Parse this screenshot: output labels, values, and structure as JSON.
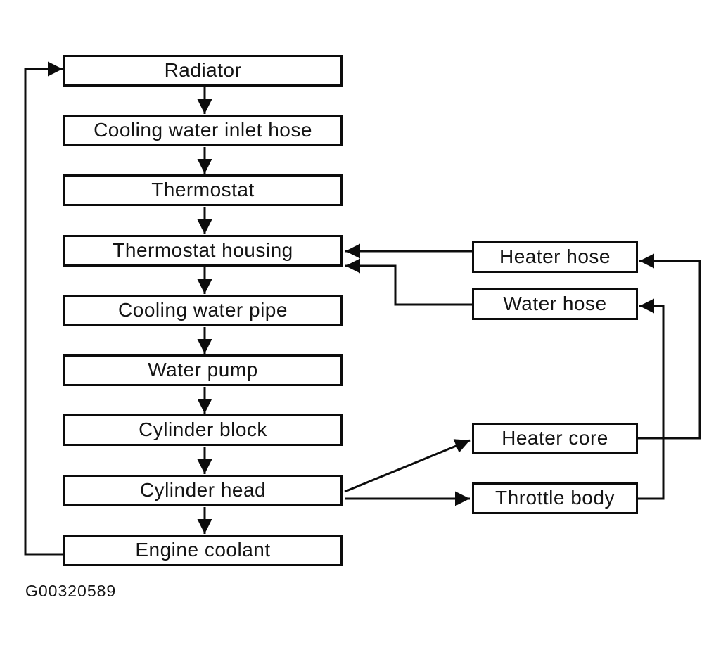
{
  "figure_id": "G00320589",
  "colors": {
    "line": "#0c0c0c",
    "background": "#ffffff",
    "box_fill": "#ffffff",
    "text": "#141414"
  },
  "diagram": {
    "type": "flowchart",
    "subject": "engine cooling water circulation",
    "nodes": {
      "radiator": {
        "label": "Radiator"
      },
      "inlet_hose": {
        "label": "Cooling water inlet hose"
      },
      "thermostat": {
        "label": "Thermostat"
      },
      "thermostat_housing": {
        "label": "Thermostat housing"
      },
      "cooling_pipe": {
        "label": "Cooling water pipe"
      },
      "water_pump": {
        "label": "Water pump"
      },
      "cylinder_block": {
        "label": "Cylinder block"
      },
      "cylinder_head": {
        "label": "Cylinder head"
      },
      "engine_coolant": {
        "label": "Engine coolant"
      },
      "heater_hose": {
        "label": "Heater hose"
      },
      "water_hose": {
        "label": "Water hose"
      },
      "heater_core": {
        "label": "Heater core"
      },
      "throttle_body": {
        "label": "Throttle body"
      }
    },
    "edges": [
      {
        "from": "radiator",
        "to": "inlet_hose"
      },
      {
        "from": "inlet_hose",
        "to": "thermostat"
      },
      {
        "from": "thermostat",
        "to": "thermostat_housing"
      },
      {
        "from": "thermostat_housing",
        "to": "cooling_pipe"
      },
      {
        "from": "cooling_pipe",
        "to": "water_pump"
      },
      {
        "from": "water_pump",
        "to": "cylinder_block"
      },
      {
        "from": "cylinder_block",
        "to": "cylinder_head"
      },
      {
        "from": "cylinder_head",
        "to": "engine_coolant"
      },
      {
        "from": "engine_coolant",
        "to": "radiator"
      },
      {
        "from": "heater_hose",
        "to": "thermostat_housing"
      },
      {
        "from": "water_hose",
        "to": "thermostat_housing"
      },
      {
        "from": "cylinder_head",
        "to": "heater_core"
      },
      {
        "from": "cylinder_head",
        "to": "throttle_body"
      },
      {
        "from": "heater_core",
        "to": "heater_hose"
      },
      {
        "from": "throttle_body",
        "to": "water_hose"
      }
    ]
  }
}
